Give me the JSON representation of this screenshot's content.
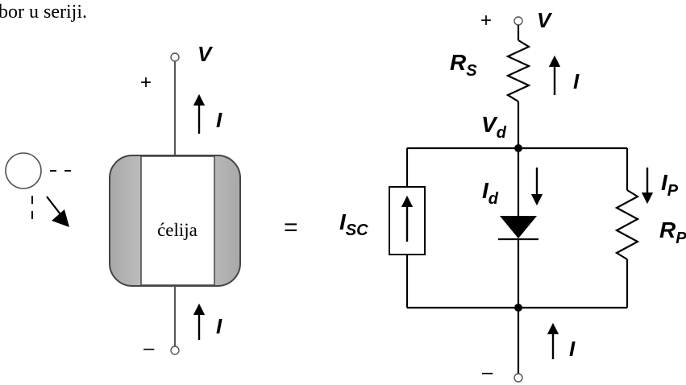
{
  "caption": "bor u seriji.",
  "cell": {
    "label": "ćelija",
    "terminal_top": "V",
    "terminal_bottom": "",
    "current_top": "I",
    "current_bottom": "I",
    "plus": "+",
    "minus": "–"
  },
  "equals": "=",
  "circuit": {
    "plus": "+",
    "minus": "–",
    "v_label": "V",
    "rs": {
      "main": "R",
      "sub": "S"
    },
    "i_series": "I",
    "vd": {
      "main": "V",
      "sub": "d"
    },
    "isc": {
      "main": "I",
      "sub": "SC"
    },
    "id": {
      "main": "I",
      "sub": "d"
    },
    "ip": {
      "main": "I",
      "sub": "P"
    },
    "rp": {
      "main": "R",
      "sub": "P"
    },
    "i_bottom": "I"
  }
}
